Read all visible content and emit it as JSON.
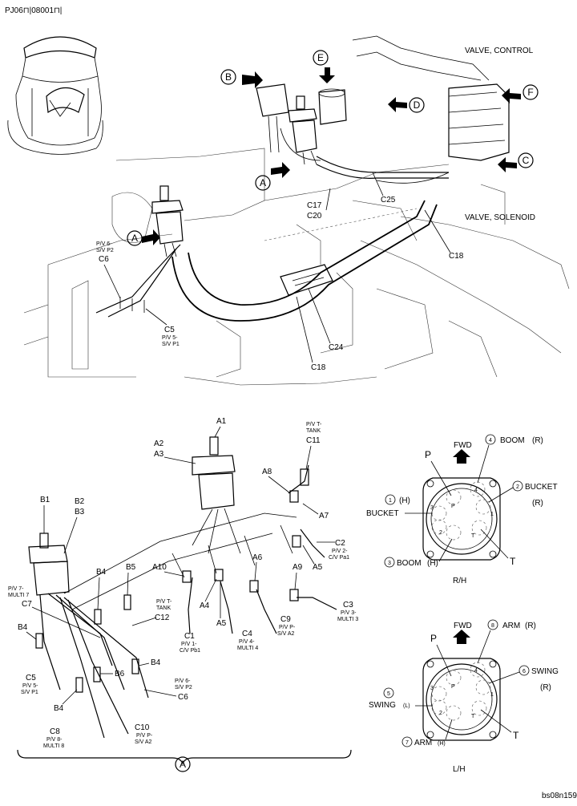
{
  "header": {
    "code": "PJ06⊓|08001⊓|"
  },
  "footer": {
    "code": "bs08n159"
  },
  "top_view": {
    "valve_control": "VALVE, CONTROL",
    "valve_solenoid": "VALVE, SOLENOID",
    "callouts": [
      "A",
      "B",
      "E",
      "D",
      "F",
      "C",
      "A"
    ],
    "labels": {
      "pv6": "P/V 6-",
      "pv6b": "S/V P2",
      "c6": "C6",
      "c5": "C5",
      "pv5": "P/V 5-",
      "pv5b": "S/V P1",
      "c17": "C17",
      "c20": "C20",
      "c25": "C25",
      "c18a": "C18",
      "c24": "C24",
      "c18b": "C18"
    }
  },
  "detail_a": {
    "callout": "A",
    "labels": {
      "a1": "A1",
      "a2": "A2",
      "a3": "A3",
      "a8": "A8",
      "a7": "A7",
      "pvt1": "P/V T-",
      "pvt1b": "TANK",
      "c11": "C11",
      "b1": "B1",
      "b2": "B2",
      "b3": "B3",
      "b4a": "B4",
      "b5": "B5",
      "pv7": "P/V 7-",
      "pv7b": "MULTI 7",
      "c7": "C7",
      "pvt2": "P/V T-",
      "pvt2b": "TANK",
      "c12": "C12",
      "a10": "A10",
      "a4": "A4",
      "a5a": "A5",
      "a6": "A6",
      "c1": "C1",
      "pv1": "P/V 1-",
      "pv1b": "C/V Pb1",
      "c4": "C4",
      "pv4": "P/V 4-",
      "pv4b": "MULTI 4",
      "c9": "C9",
      "pvp1": "P/V P-",
      "pvp1b": "S/V A2",
      "a9": "A9",
      "a5b": "A5",
      "c2": "C2",
      "pv2": "P/V 2-",
      "pv2b": "C/V Pa1",
      "c3": "C3",
      "pv3": "P/V 3-",
      "pv3b": "MULTI 3",
      "b4b": "B4",
      "c5": "C5",
      "pv5": "P/V 5-",
      "pv5b": "S/V P1",
      "b6": "B6",
      "b4c": "B4",
      "pv6": "P/V 6-",
      "pv6b": "S/V P2",
      "c6": "C6",
      "b4d": "B4",
      "c8": "C8",
      "pv8": "P/V 8-",
      "pv8b": "MULTI 8",
      "c10": "C10",
      "pvp2": "P/V P-",
      "pvp2b": "S/V A2"
    }
  },
  "rh_diagram": {
    "fwd": "FWD",
    "p": "P",
    "t": "T",
    "caption": "R/H",
    "ports": [
      {
        "num": "4",
        "name": "BOOM",
        "side": "(R)"
      },
      {
        "num": "2",
        "name": "BUCKET",
        "side": "(R)"
      },
      {
        "num": "1",
        "name": "BUCKET",
        "side": "(H)"
      },
      {
        "num": "3",
        "name": "BOOM",
        "side": "(H)"
      }
    ],
    "face_marks": [
      "4",
      "3",
      "P",
      "2",
      "1",
      "T"
    ]
  },
  "lh_diagram": {
    "fwd": "FWD",
    "p": "P",
    "t": "T",
    "caption": "L/H",
    "ports": [
      {
        "num": "8",
        "name": "ARM",
        "side": "(R)"
      },
      {
        "num": "6",
        "name": "SWING",
        "side": "(R)"
      },
      {
        "num": "5",
        "name": "SWING",
        "side": "(L)"
      },
      {
        "num": "7",
        "name": "ARM",
        "side": "(H)"
      }
    ],
    "face_marks": [
      "4",
      "3",
      "P",
      "2",
      "1",
      "T"
    ]
  }
}
